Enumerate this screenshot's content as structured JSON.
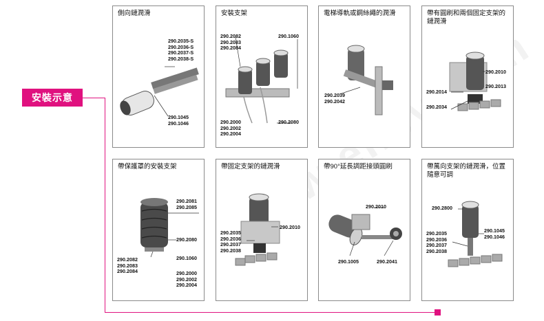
{
  "badge_label": "安裝示意",
  "watermark": "www.ehsy.com",
  "panels": [
    {
      "title": "側向鏈潤滑",
      "codes_a": "290.2035-S\n290.2036-S\n290.2037-S\n290.2038-S",
      "codes_b": "290.1045\n290.1046"
    },
    {
      "title": "安裝支架",
      "codes_a": "290.2082\n290.2083\n290.2084",
      "codes_b": "290.1060",
      "codes_c": "290.2000\n290.2002\n290.2004",
      "codes_d": "290.2080"
    },
    {
      "title": "電梯導軌或鋼絲繩的潤滑",
      "codes_a": "290.2039\n290.2042"
    },
    {
      "title": "帶有圓刷和兩個固定支架的鏈潤滑",
      "codes_a": "290.2010",
      "codes_b": "290.2014",
      "codes_c": "290.2013",
      "codes_d": "290.2034"
    },
    {
      "title": "帶保護罩的安裝支架",
      "codes_a": "290.2081\n290.2085",
      "codes_b": "290.2080",
      "codes_c": "290.2082\n290.2083\n290.2084",
      "codes_d": "290.1060",
      "codes_e": "290.2000\n290.2002\n290.2004"
    },
    {
      "title": "帶固定支架的鏈潤滑",
      "codes_a": "290.2010",
      "codes_b": "290.2035\n290.2036\n290.2037\n290.2038"
    },
    {
      "title": "帶90°延長調距接頭圓刷",
      "codes_a": "290.2010",
      "codes_b": "290.1005",
      "codes_c": "290.2041"
    },
    {
      "title": "帶萬向支架的鏈潤滑，位置隨意可調",
      "codes_a": "290.2800",
      "codes_b": "290.2035\n290.2036\n290.2037\n290.2038",
      "codes_c": "290.1045\n290.1046"
    }
  ],
  "colors": {
    "accent": "#e0117f",
    "border": "#8a8a8a"
  }
}
